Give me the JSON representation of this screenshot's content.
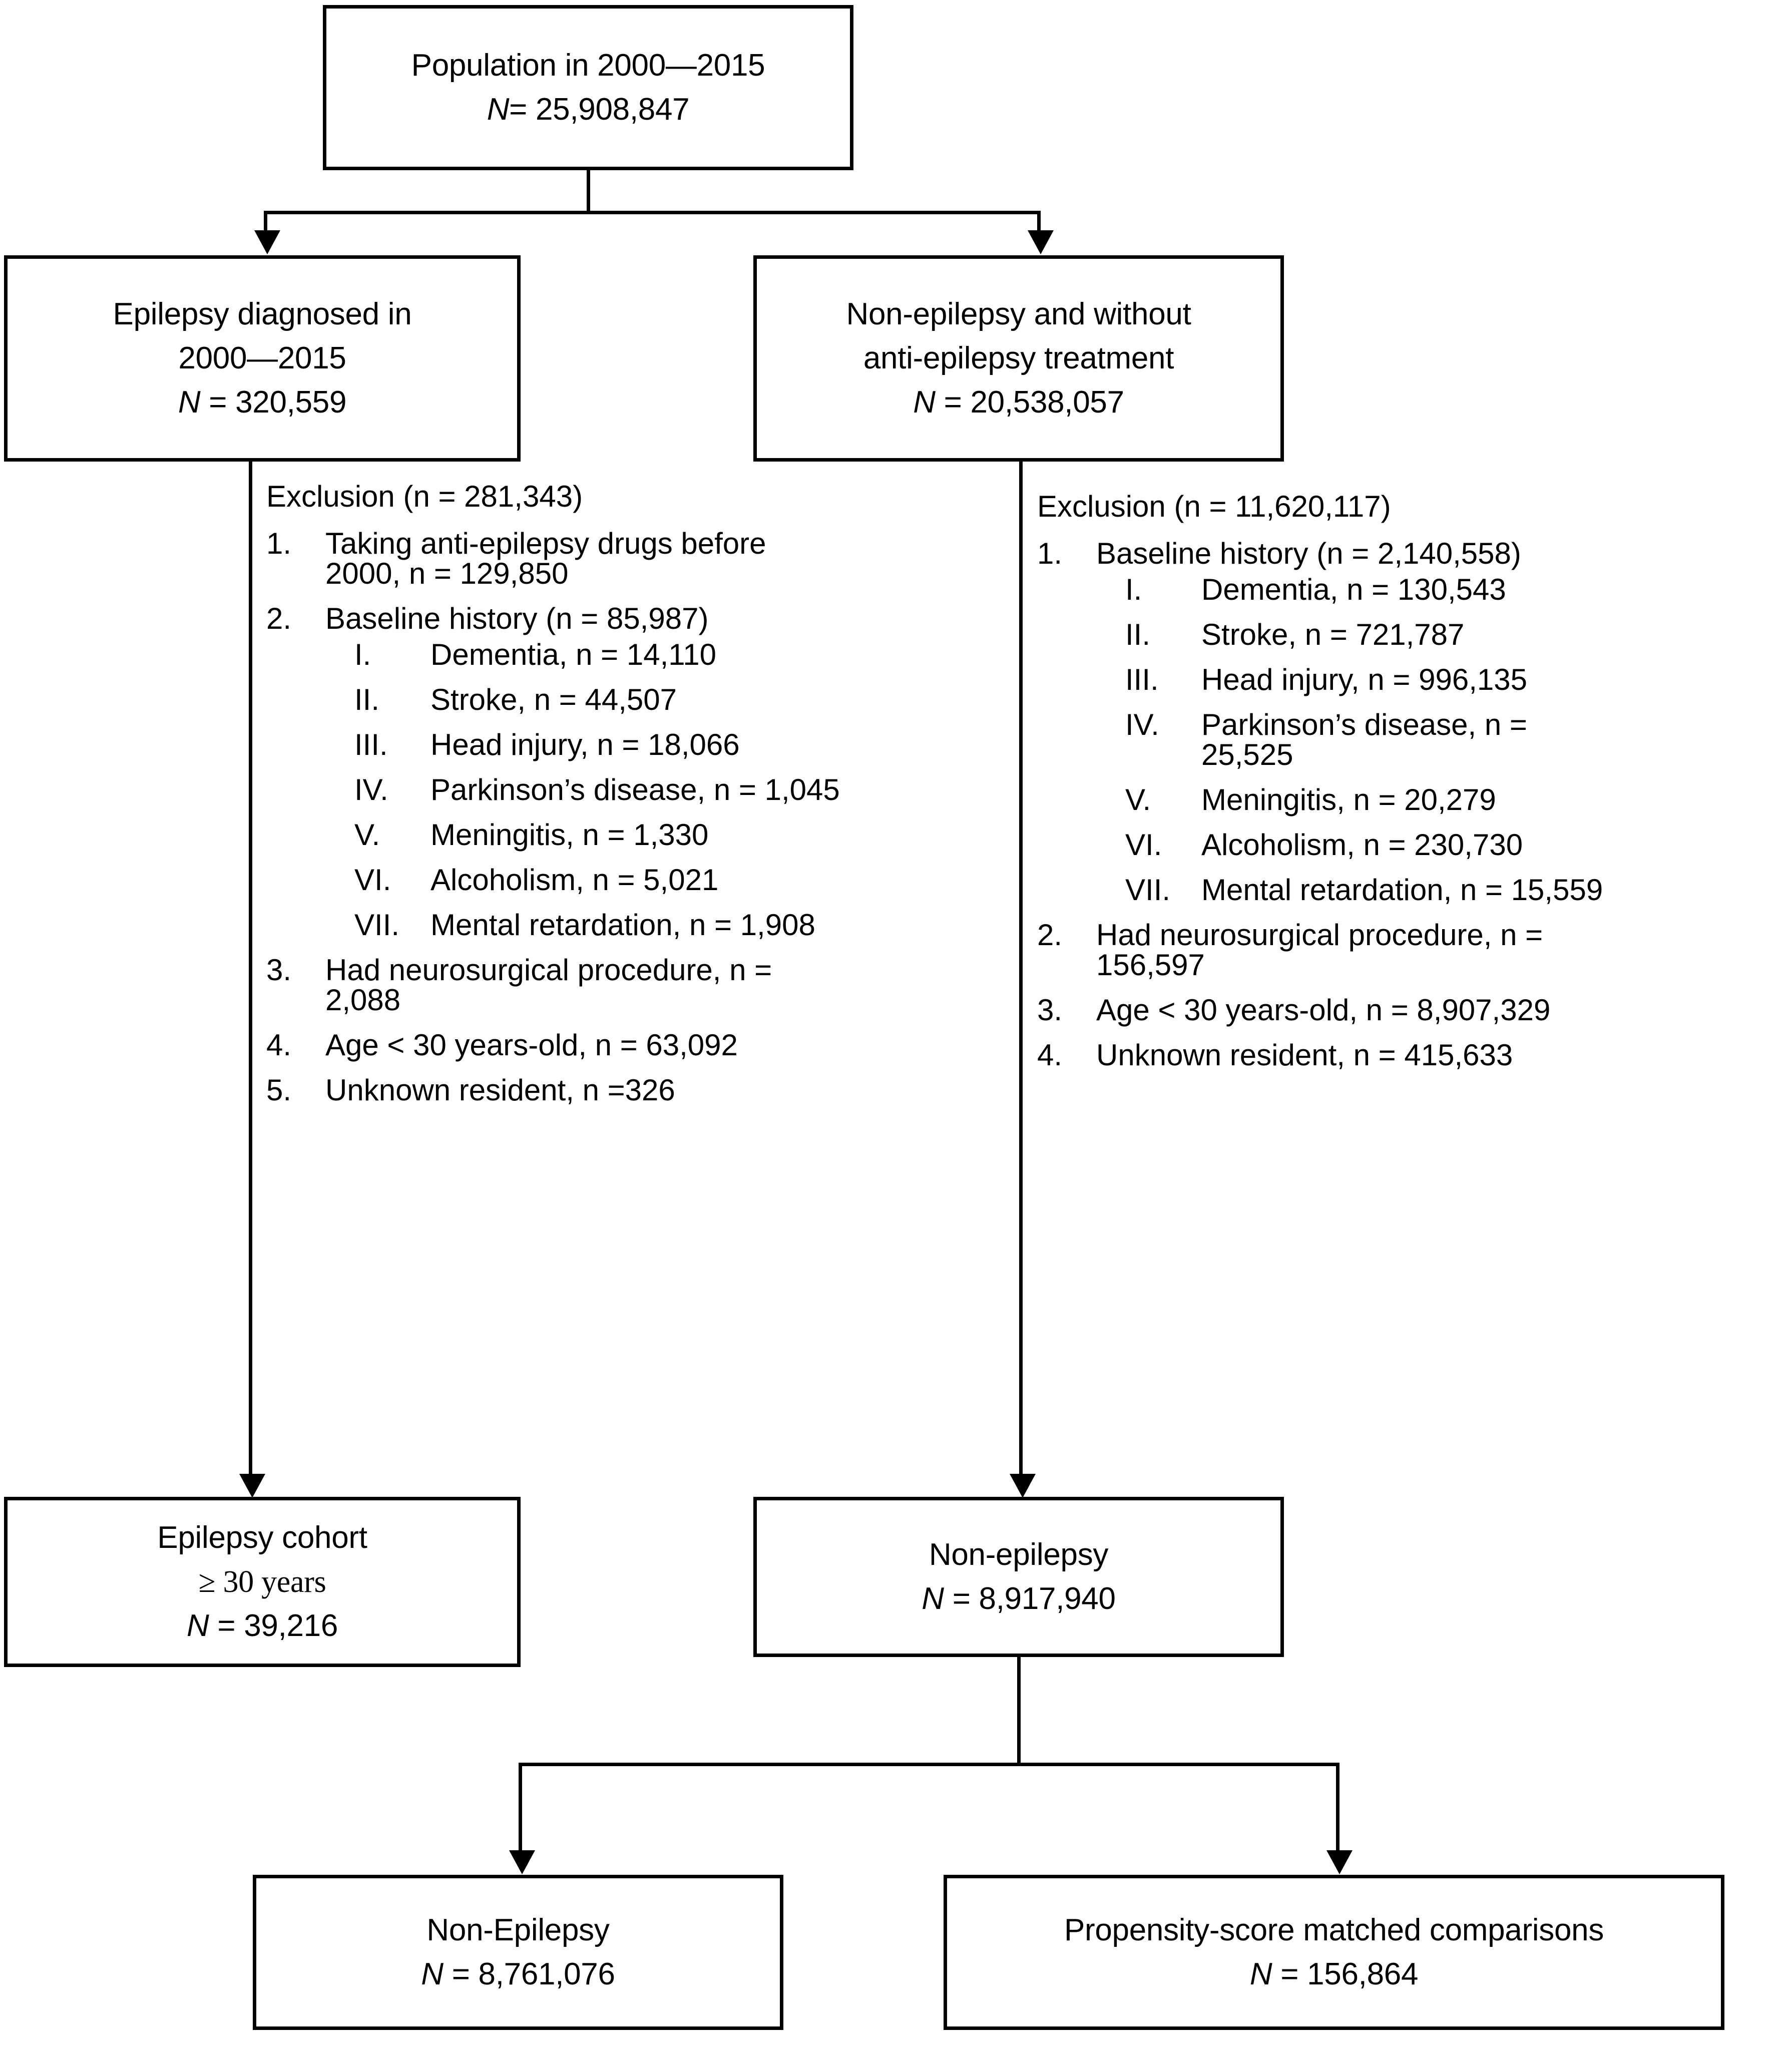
{
  "nodes": {
    "population": {
      "line1": "Population in 2000—2015",
      "line2_label": "N",
      "line2_value": "= 25,908,847"
    },
    "epilepsy_diagnosed": {
      "line1": "Epilepsy diagnosed in",
      "line2": "2000—2015",
      "line3_label": "N",
      "line3_value": "= 320,559"
    },
    "non_epilepsy_untreated": {
      "line1": "Non-epilepsy and without",
      "line2": "anti-epilepsy treatment",
      "line3_label": "N",
      "line3_value": "= 20,538,057"
    },
    "epilepsy_cohort": {
      "line1": "Epilepsy cohort",
      "line2": "≥ 30 years",
      "line3_label": "N",
      "line3_value": "= 39,216"
    },
    "non_epilepsy": {
      "line1": "Non-epilepsy",
      "line2_label": "N",
      "line2_value": "= 8,917,940"
    },
    "non_epilepsy_final": {
      "line1": "Non-Epilepsy",
      "line2_label": "N",
      "line2_value": "= 8,761,076"
    },
    "matched_comparisons": {
      "line1": "Propensity-score matched comparisons",
      "line2_label": "N",
      "line2_value": "= 156,864"
    }
  },
  "exclusion_left": {
    "header": "Exclusion (n = 281,343)",
    "items": [
      {
        "num": "1.",
        "text": "Taking anti-epilepsy drugs before",
        "cont": "2000, n = 129,850"
      },
      {
        "num": "2.",
        "text": "Baseline history (n = 85,987)",
        "sub": [
          {
            "num": "I.",
            "text": "Dementia, n = 14,110"
          },
          {
            "num": "II.",
            "text": "Stroke, n = 44,507"
          },
          {
            "num": "III.",
            "text": "Head injury, n = 18,066"
          },
          {
            "num": "IV.",
            "text": "Parkinson’s disease, n = 1,045"
          },
          {
            "num": "V.",
            "text": "Meningitis, n = 1,330"
          },
          {
            "num": "VI.",
            "text": "Alcoholism, n = 5,021"
          },
          {
            "num": "VII.",
            "text": "Mental retardation, n = 1,908"
          }
        ]
      },
      {
        "num": "3.",
        "text": "Had neurosurgical procedure, n =",
        "cont": "2,088"
      },
      {
        "num": "4.",
        "text": "Age < 30 years-old, n = 63,092"
      },
      {
        "num": "5.",
        "text": "Unknown resident, n =326"
      }
    ]
  },
  "exclusion_right": {
    "header": "Exclusion (n = 11,620,117)",
    "items": [
      {
        "num": "1.",
        "text": "Baseline history (n = 2,140,558)",
        "sub": [
          {
            "num": "I.",
            "text": "Dementia, n = 130,543"
          },
          {
            "num": "II.",
            "text": "Stroke, n = 721,787"
          },
          {
            "num": "III.",
            "text": "Head injury, n = 996,135"
          },
          {
            "num": "IV.",
            "text": "Parkinson’s disease, n =",
            "cont": "25,525"
          },
          {
            "num": "V.",
            "text": "Meningitis, n = 20,279"
          },
          {
            "num": "VI.",
            "text": "Alcoholism, n = 230,730"
          },
          {
            "num": "VII.",
            "text": "Mental retardation, n = 15,559"
          }
        ]
      },
      {
        "num": "2.",
        "text": "Had neurosurgical procedure, n =",
        "cont": "156,597"
      },
      {
        "num": "3.",
        "text": "Age < 30 years-old, n = 8,907,329"
      },
      {
        "num": "4.",
        "text": "Unknown resident, n = 415,633"
      }
    ]
  }
}
